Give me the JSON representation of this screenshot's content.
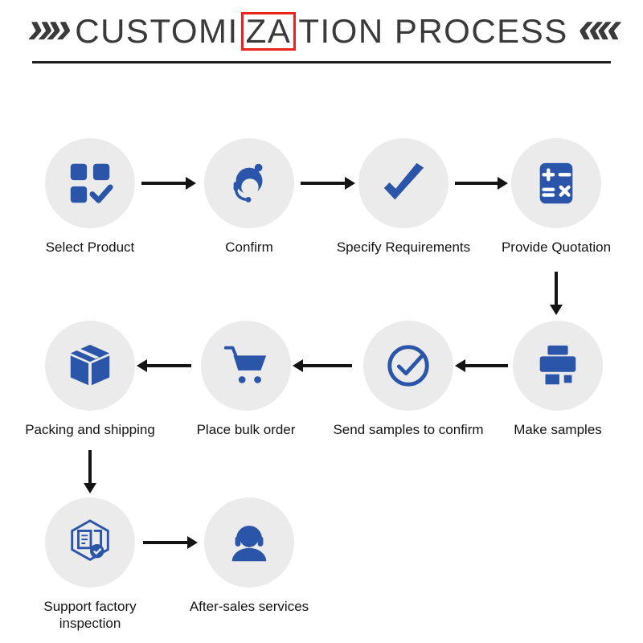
{
  "title": {
    "part1": "CUSTOMI",
    "highlight": "ZA",
    "part2": "TION PROCESS",
    "left_decoration": "»»",
    "right_decoration": "««"
  },
  "steps": [
    {
      "label": "Select Product",
      "icon": "product-grid-check-icon"
    },
    {
      "label": "Confirm",
      "icon": "customer-service-icon"
    },
    {
      "label": "Specify Requirements",
      "icon": "checkmark-icon"
    },
    {
      "label": "Provide Quotation",
      "icon": "calculator-icon"
    },
    {
      "label": "Make samples",
      "icon": "printer-icon"
    },
    {
      "label": "Send samples to confirm",
      "icon": "circle-check-icon"
    },
    {
      "label": "Place bulk order",
      "icon": "shopping-cart-icon"
    },
    {
      "label": "Packing and shipping",
      "icon": "package-box-icon"
    },
    {
      "label": "Support factory inspection",
      "icon": "factory-inspection-icon"
    },
    {
      "label": "After-sales services",
      "icon": "headset-person-icon"
    }
  ],
  "colors": {
    "icon_blue": "#2b55a8",
    "circle_bg": "#ebebeb",
    "arrow": "#141414",
    "accent_red": "#e8241c"
  }
}
